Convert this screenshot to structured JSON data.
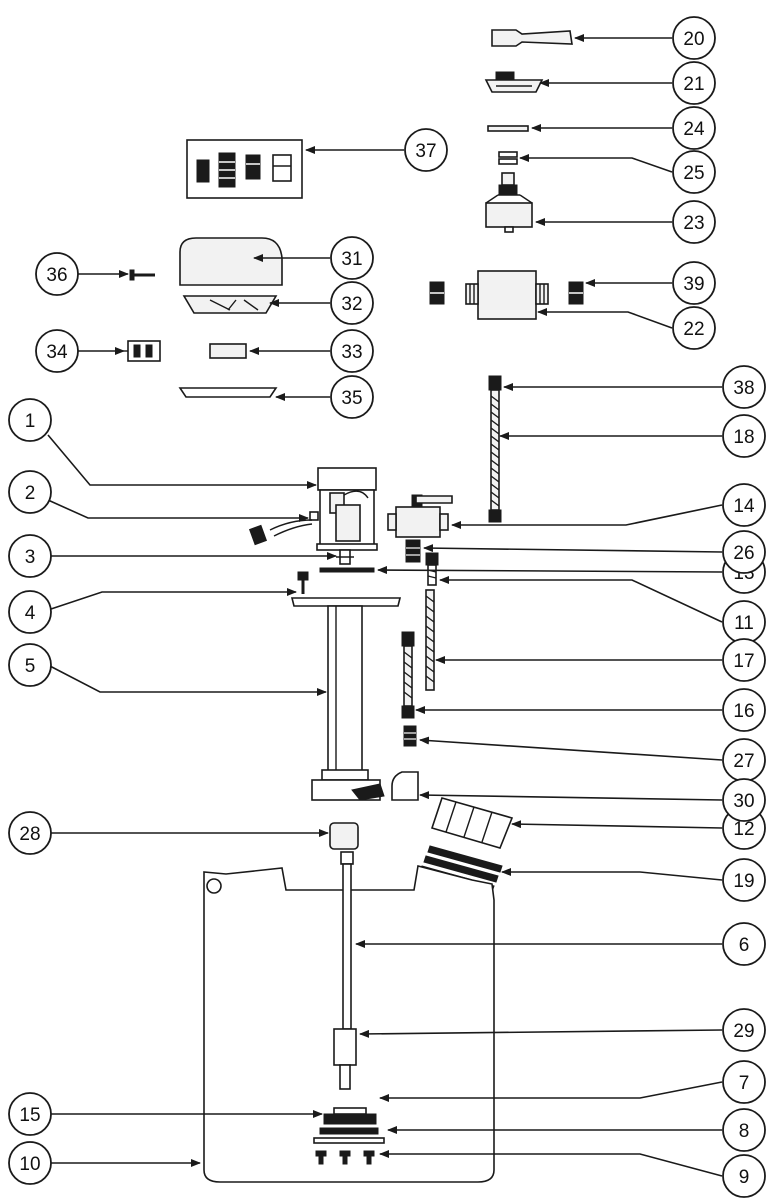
{
  "colors": {
    "ink": "#1a1a1a",
    "fill": "#f2f2f2",
    "background": "#ffffff"
  },
  "callouts": [
    {
      "id": "c1",
      "label": "1"
    },
    {
      "id": "c2",
      "label": "2"
    },
    {
      "id": "c3",
      "label": "3"
    },
    {
      "id": "c4",
      "label": "4"
    },
    {
      "id": "c5",
      "label": "5"
    },
    {
      "id": "c6",
      "label": "6"
    },
    {
      "id": "c7",
      "label": "7"
    },
    {
      "id": "c8",
      "label": "8"
    },
    {
      "id": "c9",
      "label": "9"
    },
    {
      "id": "c10",
      "label": "10"
    },
    {
      "id": "c11",
      "label": "11"
    },
    {
      "id": "c12",
      "label": "12"
    },
    {
      "id": "c13",
      "label": "13"
    },
    {
      "id": "c14",
      "label": "14"
    },
    {
      "id": "c15",
      "label": "15"
    },
    {
      "id": "c16",
      "label": "16"
    },
    {
      "id": "c17",
      "label": "17"
    },
    {
      "id": "c18",
      "label": "18"
    },
    {
      "id": "c19",
      "label": "19"
    },
    {
      "id": "c20",
      "label": "20"
    },
    {
      "id": "c21",
      "label": "21"
    },
    {
      "id": "c22",
      "label": "22"
    },
    {
      "id": "c23",
      "label": "23"
    },
    {
      "id": "c24",
      "label": "24"
    },
    {
      "id": "c25",
      "label": "25"
    },
    {
      "id": "c26",
      "label": "26"
    },
    {
      "id": "c27",
      "label": "27"
    },
    {
      "id": "c28",
      "label": "28"
    },
    {
      "id": "c29",
      "label": "29"
    },
    {
      "id": "c30",
      "label": "30"
    },
    {
      "id": "c31",
      "label": "31"
    },
    {
      "id": "c32",
      "label": "32"
    },
    {
      "id": "c33",
      "label": "33"
    },
    {
      "id": "c34",
      "label": "34"
    },
    {
      "id": "c35",
      "label": "35"
    },
    {
      "id": "c36",
      "label": "36"
    },
    {
      "id": "c37",
      "label": "37"
    },
    {
      "id": "c38",
      "label": "38"
    },
    {
      "id": "c39",
      "label": "39"
    }
  ]
}
